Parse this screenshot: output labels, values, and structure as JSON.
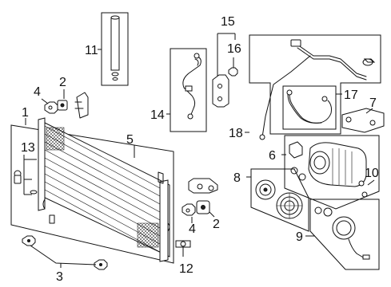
{
  "callouts": {
    "c1": "1",
    "c2a": "2",
    "c2b": "2",
    "c3": "3",
    "c4a": "4",
    "c4b": "4",
    "c5": "5",
    "c6": "6",
    "c7": "7",
    "c8": "8",
    "c9": "9",
    "c10": "10",
    "c11": "11",
    "c12": "12",
    "c13": "13",
    "c14": "14",
    "c15": "15",
    "c16": "16",
    "c17": "17",
    "c18": "18"
  }
}
